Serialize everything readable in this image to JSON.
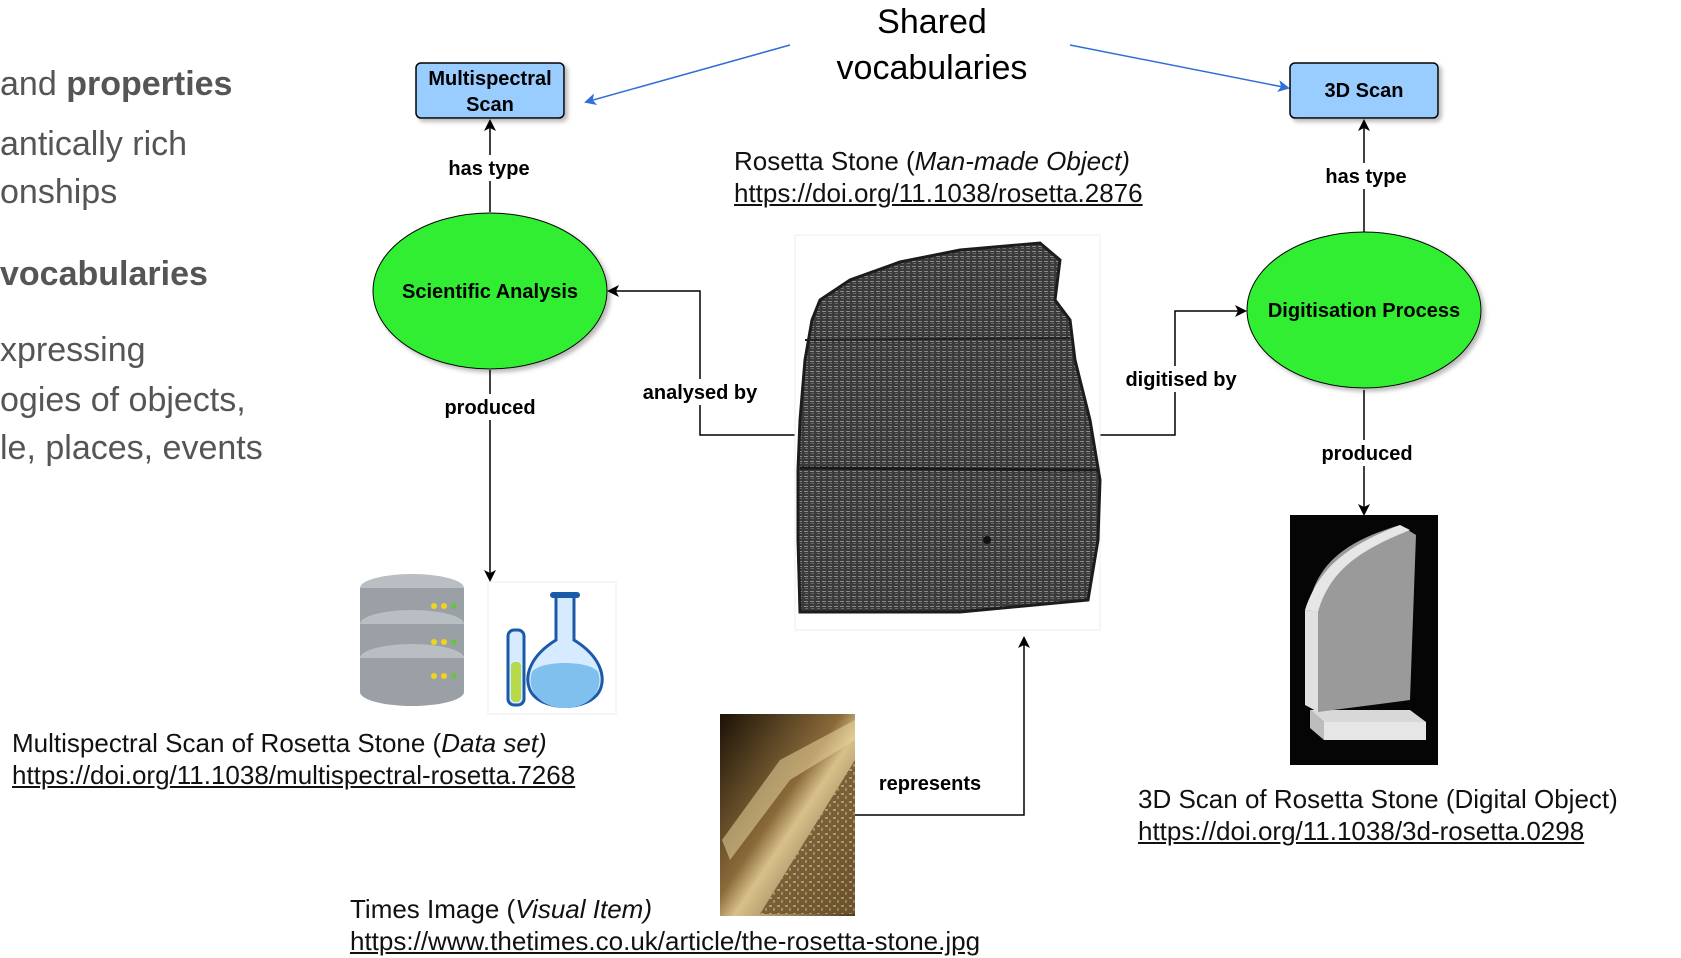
{
  "left_text": {
    "line1_plain": "and ",
    "line1_bold": "properties",
    "line2": "antically rich",
    "line3": "onships",
    "line4_bold": "vocabularies",
    "line5": "xpressing",
    "line6": "ogies of objects,",
    "line7": "le, places, events"
  },
  "shared_vocab": {
    "line1": "Shared",
    "line2": "vocabularies"
  },
  "nodes": {
    "multispectral_scan": {
      "line1": "Multispectral",
      "line2": "Scan",
      "color": "#99ccff"
    },
    "scan_3d": {
      "label": "3D Scan",
      "color": "#99ccff"
    },
    "scientific_analysis": {
      "label": "Scientific Analysis",
      "color": "#33ee33"
    },
    "digitisation_process": {
      "label": "Digitisation Process",
      "color": "#33ee33"
    }
  },
  "edges": {
    "has_type_left": "has type",
    "has_type_right": "has type",
    "produced_left": "produced",
    "produced_right": "produced",
    "analysed_by": "analysed by",
    "digitised_by": "digitised by",
    "represents": "represents"
  },
  "rosetta": {
    "title": "Rosetta Stone (",
    "title_italic": "Man-made Object)",
    "link": "https://doi.org/11.1038/rosetta.2876"
  },
  "multispectral_dataset": {
    "title": "Multispectral Scan of Rosetta Stone (",
    "title_italic": "Data set)",
    "link": "https://doi.org/11.1038/multispectral-rosetta.7268"
  },
  "scan3d_object": {
    "title": "3D Scan of Rosetta Stone (Digital Object)",
    "link": "https://doi.org/11.1038/3d-rosetta.0298"
  },
  "times_image": {
    "title": "Times Image (",
    "title_italic": "Visual Item)",
    "link": "https://www.thetimes.co.uk/article/the-rosetta-stone.jpg"
  }
}
